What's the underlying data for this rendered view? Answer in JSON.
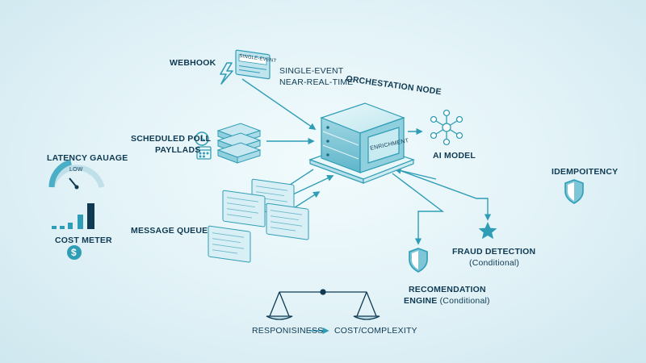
{
  "triggers": {
    "webhook": "WEBHOOK",
    "single_event": "SINGLE-EVENT",
    "near_real_time": "NEAR-REAL-TIME",
    "scheduled_poll": "SCHEDULED POLL",
    "payloads": "PAYLLADS",
    "message_queue": "MESSAGE QUEUE",
    "card_text": "SINGLE-EVENT"
  },
  "core": {
    "orchestration_node": "ORCHESTATION NODE",
    "enrichment_label": "ENRICHMENT"
  },
  "services": {
    "ai_model": "AI MODEL",
    "idempotency": "IDEMPOITENCY",
    "fraud_detection": "FRAUD DETECTION",
    "fraud_condition": "(Conditional)",
    "recommendation_line1": "RECOMENDATION",
    "recommendation_line2": "ENGINE",
    "recommendation_condition": "(Conditional)"
  },
  "gauges": {
    "latency_title": "LATENCY GAUAGE",
    "latency_level": "LOW",
    "cost_title": "COST METER",
    "cost_symbol": "$"
  },
  "tradeoff": {
    "left": "RESPONISINESS",
    "right": "COST/COMPLEXITY"
  },
  "colors": {
    "accent": "#2f9db5",
    "dark": "#0f3a52",
    "bg": "#e4f3f8"
  }
}
